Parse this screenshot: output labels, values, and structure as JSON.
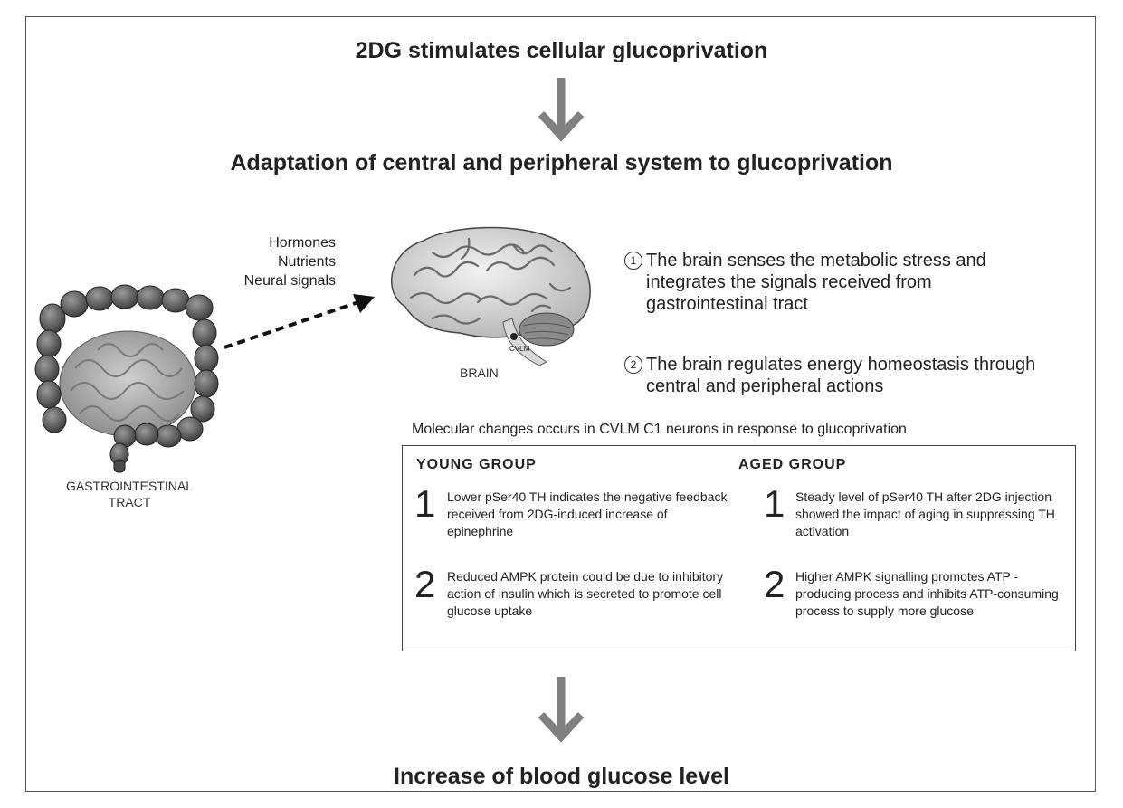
{
  "titles": {
    "top": "2DG stimulates cellular glucoprivation",
    "middle": "Adaptation of central and peripheral system to glucoprivation",
    "bottom": "Increase of blood glucose level"
  },
  "signals": [
    "Hormones",
    "Nutrients",
    "Neural signals"
  ],
  "labels": {
    "gi_line1": "GASTROINTESTINAL",
    "gi_line2": "TRACT",
    "brain": "BRAIN",
    "cvlm": "CVLM"
  },
  "steps": [
    {
      "num": "1",
      "text": "The brain senses the metabolic stress and integrates the signals received from gastrointestinal tract"
    },
    {
      "num": "2",
      "text": "The brain regulates energy homeostasis through central and peripheral actions"
    }
  ],
  "molecular_title": "Molecular changes occurs in CVLM C1 neurons in response to glucoprivation",
  "groups": {
    "young": {
      "title": "YOUNG GROUP",
      "items": [
        {
          "num": "1",
          "text": "Lower pSer40 TH indicates the negative feedback received from 2DG-induced increase of epinephrine"
        },
        {
          "num": "2",
          "text": "Reduced AMPK protein could be due to inhibitory action of insulin which is secreted to promote cell glucose uptake"
        }
      ]
    },
    "aged": {
      "title": "AGED GROUP",
      "items": [
        {
          "num": "1",
          "text": "Steady level of pSer40 TH after 2DG injection showed the impact of aging in suppressing TH activation"
        },
        {
          "num": "2",
          "text": "Higher AMPK signalling promotes ATP -producing process and inhibits ATP-consuming process to supply more glucose"
        }
      ]
    }
  }
}
